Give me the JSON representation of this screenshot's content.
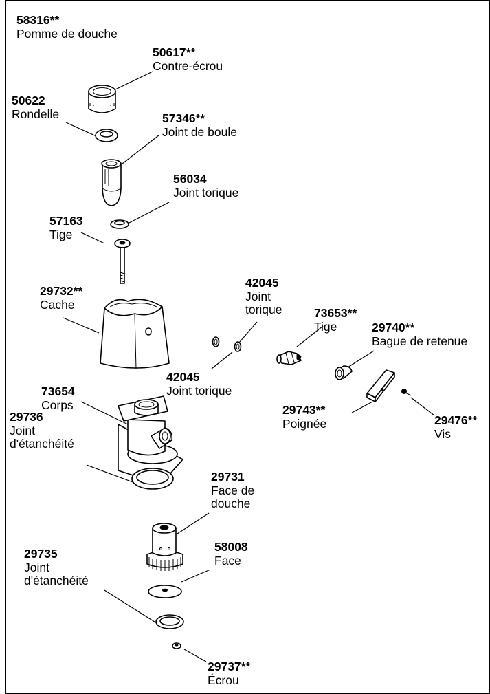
{
  "parts": [
    {
      "key": "p58316",
      "number": "58316**",
      "name": "Pomme de douche"
    },
    {
      "key": "p50617",
      "number": "50617**",
      "name": "Contre-écrou"
    },
    {
      "key": "p50622",
      "number": "50622",
      "name": "Rondelle"
    },
    {
      "key": "p57346",
      "number": "57346**",
      "name": "Joint de boule"
    },
    {
      "key": "p56034",
      "number": "56034",
      "name": "Joint torique"
    },
    {
      "key": "p57163",
      "number": "57163",
      "name": "Tige"
    },
    {
      "key": "p29732",
      "number": "29732**",
      "name": "Cache"
    },
    {
      "key": "p42045a",
      "number": "42045",
      "name": "Joint",
      "name2": "torique"
    },
    {
      "key": "p73653",
      "number": "73653**",
      "name": "Tige"
    },
    {
      "key": "p29740",
      "number": "29740**",
      "name": "Bague de retenue"
    },
    {
      "key": "p42045b",
      "number": "42045",
      "name": "Joint torique"
    },
    {
      "key": "p73654",
      "number": "73654",
      "name": "Corps"
    },
    {
      "key": "p29736",
      "number": "29736",
      "name": "Joint",
      "name2": "d'étanchéité"
    },
    {
      "key": "p29743",
      "number": "29743**",
      "name": "Poignée"
    },
    {
      "key": "p29476",
      "number": "29476**",
      "name": "Vis"
    },
    {
      "key": "p29731",
      "number": "29731",
      "name": "Face de",
      "name2": "douche"
    },
    {
      "key": "p58008",
      "number": "58008",
      "name": "Face"
    },
    {
      "key": "p29735",
      "number": "29735",
      "name": "Joint",
      "name2": "d'étanchéité"
    },
    {
      "key": "p29737",
      "number": "29737**",
      "name": "Écrou"
    }
  ]
}
